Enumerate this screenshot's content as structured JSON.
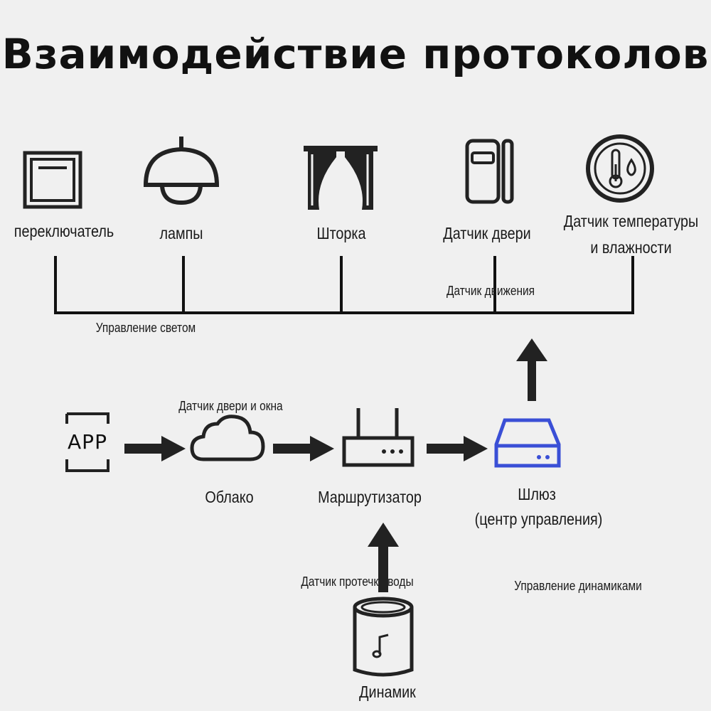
{
  "title": "Взаимодействие протоколов",
  "devices": {
    "switch": "переключатель",
    "lamps": "лампы",
    "curtain": "Шторка",
    "door_sensor": "Датчик двери",
    "temp_sensor_line1": "Датчик температуры",
    "temp_sensor_line2": "и влажности"
  },
  "annotations": {
    "motion_sensor": "Датчик движения",
    "light_control": "Управление светом",
    "door_window_sensor": "Датчик двери и окна",
    "leak_sensor": "Датчик протечки воды",
    "speaker_control": "Управление динамиками"
  },
  "flow": {
    "app_icon_text": "APP",
    "cloud": "Облако",
    "router": "Маршрутизатор",
    "gateway_line1": "Шлюз",
    "gateway_line2": "(центр управления)",
    "speaker": "Динамик"
  },
  "colors": {
    "line": "#111111",
    "gateway_accent": "#3a4fd6",
    "background": "#f0f0f0"
  },
  "icons": [
    "switch-icon",
    "lamp-icon",
    "curtain-icon",
    "door-sensor-icon",
    "thermometer-icon",
    "app-icon",
    "cloud-icon",
    "router-icon",
    "gateway-icon",
    "speaker-icon"
  ]
}
